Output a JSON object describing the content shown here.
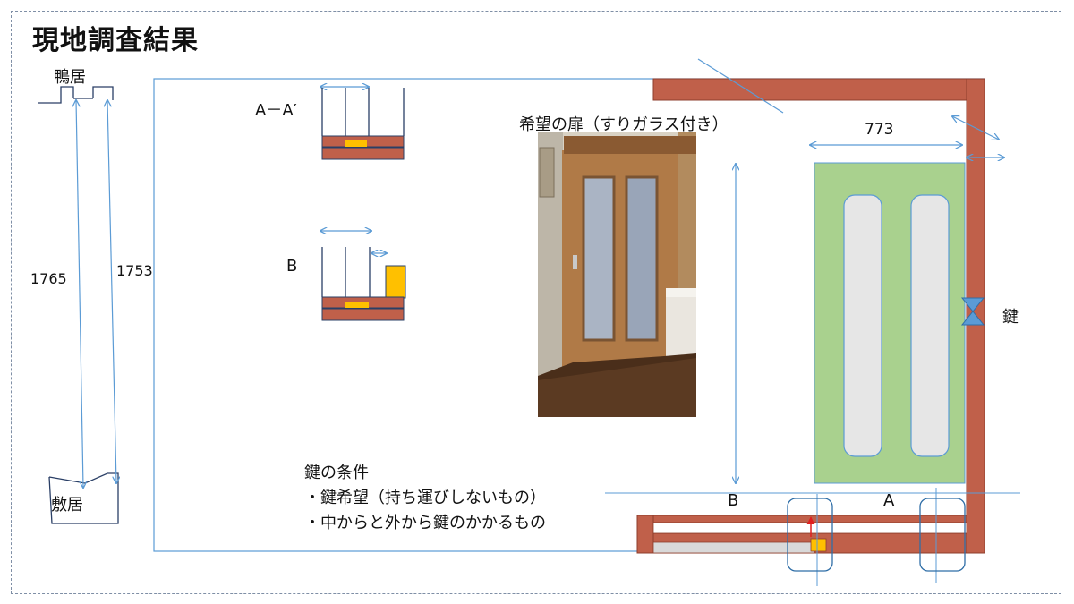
{
  "title": "現地調査結果",
  "frame_labels": {
    "kamoi": "鴨居",
    "shikii": "敷居",
    "height_left": "1765",
    "height_right": "1753"
  },
  "sections": {
    "aa_label": "A－A′",
    "b_label": "B"
  },
  "photo": {
    "caption": "希望の扉（すりガラス付き）"
  },
  "plan": {
    "width_dim": "773",
    "key_label": "鍵",
    "label_b": "B",
    "label_a": "A"
  },
  "conditions": {
    "title": "鍵の条件",
    "items": [
      "・鍵希望（持ち運びしないもの）",
      "・中からと外から鍵のかかるもの"
    ]
  },
  "colors": {
    "wall": "#c0604a",
    "door_green": "#a9d18e",
    "glass": "#e6e6e6",
    "lock_yellow": "#ffc000",
    "dimension_line": "#5b9bd5",
    "arrow_red": "#e02020"
  }
}
